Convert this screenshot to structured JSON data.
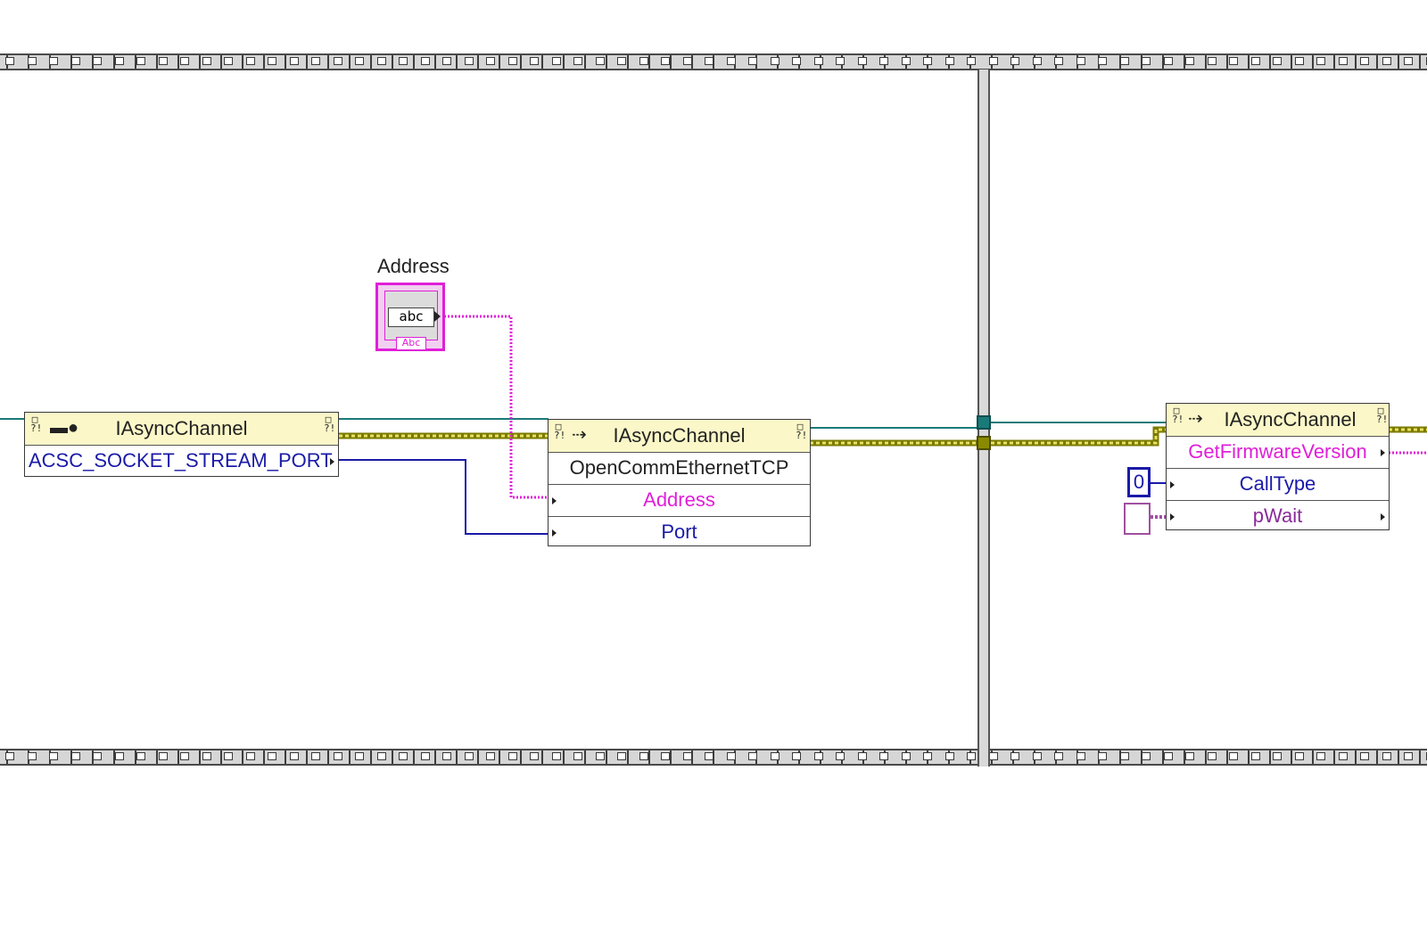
{
  "diagram": {
    "address_control_label": "Address",
    "address_control_text": "abc",
    "address_control_indicator": "Abc",
    "node1": {
      "class": "IAsyncChannel",
      "property": "ACSC_SOCKET_STREAM_PORT"
    },
    "node2": {
      "class": "IAsyncChannel",
      "method": "OpenCommEthernetTCP",
      "params": [
        "Address",
        "Port"
      ]
    },
    "node3": {
      "class": "IAsyncChannel",
      "method": "GetFirmwareVersion",
      "params": [
        "CallType",
        "pWait"
      ]
    },
    "constant_value": "0"
  },
  "colors": {
    "refnum_wire": "#1a7a7a",
    "string_wire": "#e01fd8",
    "int_wire": "#1a1aa8",
    "error_wire": "#8a8a00",
    "node_header": "#fbf7c8",
    "string_text": "#e01fd8",
    "int_text": "#1a1aa8"
  },
  "icons": {
    "property_node": "key-icon",
    "invoke_node": "arrow-right-icon"
  }
}
